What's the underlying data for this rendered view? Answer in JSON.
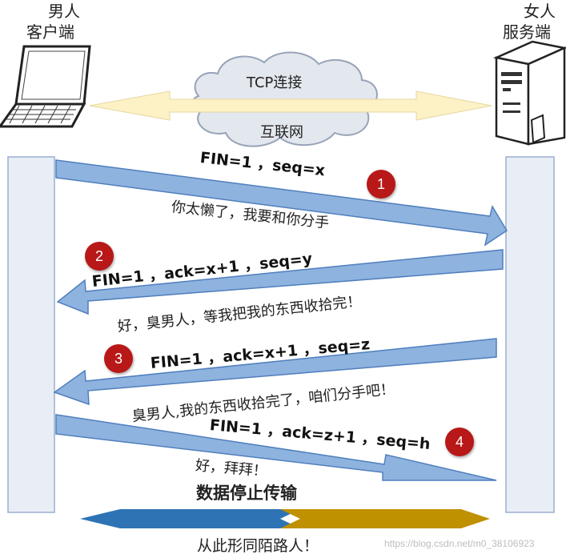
{
  "client": {
    "line1": "男人",
    "line2": "客户端"
  },
  "server": {
    "line1": "女人",
    "line2": "服务端"
  },
  "cloud": {
    "top": "TCP连接",
    "bottom": "互联网"
  },
  "steps": [
    {
      "badge": "1",
      "header": "FIN=1 ，seq=x",
      "note": "你太懒了，我要和你分手"
    },
    {
      "badge": "2",
      "header": "FIN=1 ，ack=x+1 ，seq=y",
      "note": "好，臭男人，等我把我的东西收拾完！"
    },
    {
      "badge": "3",
      "header": "FIN=1 ，ack=x+1 ，seq=z",
      "note": "臭男人,我的东西收拾完了，咱们分手吧！"
    },
    {
      "badge": "4",
      "header": "FIN=1 ，ack=z+1 ，seq=h",
      "note": "好，拜拜！"
    }
  ],
  "stop_transfer": "数据停止传输",
  "footer": "从此形同陌路人！",
  "watermark": "https://blog.csdn.net/m0_38106923",
  "colors": {
    "arrow_fill": "#8fb3df",
    "arrow_stroke": "#4f7fbd",
    "lifeline_fill": "#e9eef6",
    "lifeline_stroke": "#9aaed0",
    "cloud_fill": "#e3e7ee",
    "cloud_stroke": "#98a3b8",
    "cream_arrow": "#fdf2c6",
    "badge": "#b81818",
    "split_left": "#2e74b5",
    "split_right": "#bf9000"
  }
}
